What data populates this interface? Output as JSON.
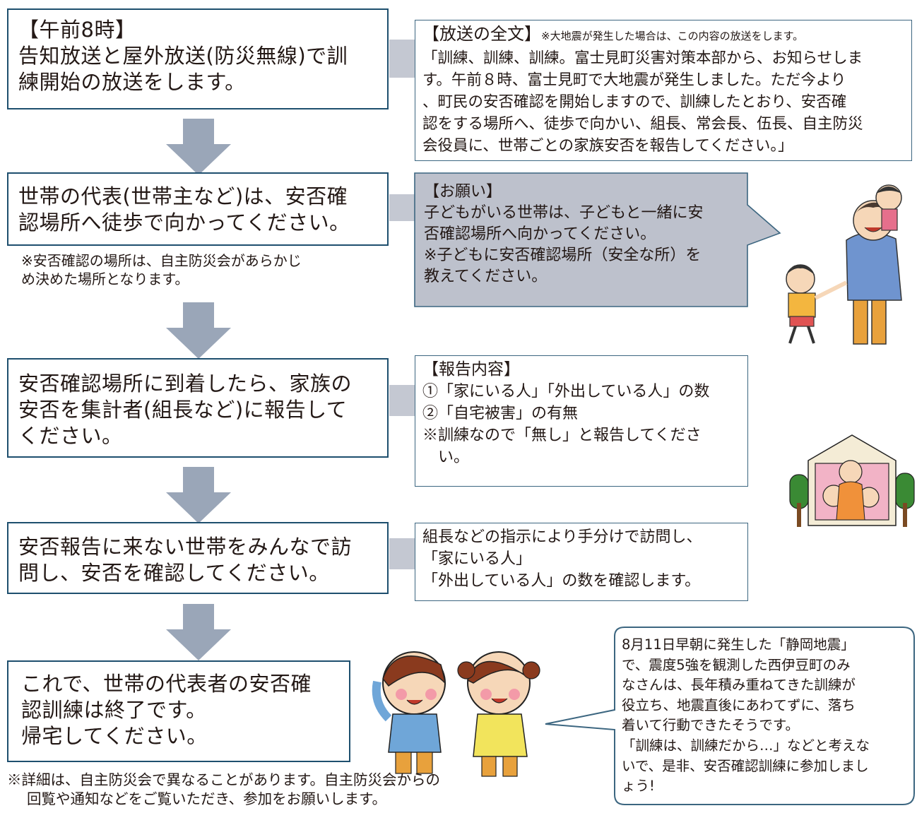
{
  "steps": [
    {
      "lines": [
        "【午前8時】",
        "告知放送と屋外放送(防災無線)で訓",
        "練開始の放送をします。"
      ]
    },
    {
      "lines": [
        "世帯の代表(世帯主など)は、安否確",
        "認場所へ徒歩で向かってください。"
      ],
      "note": [
        "※安否確認の場所は、自主防災会があらかじ",
        "め決めた場所となります。"
      ]
    },
    {
      "lines": [
        "安否確認場所に到着したら、家族の",
        "安否を集計者(組長など)に報告して",
        "ください。"
      ]
    },
    {
      "lines": [
        "安否報告に来ない世帯をみんなで訪",
        "問し、安否を確認してください。"
      ]
    },
    {
      "lines": [
        "これで、世帯の代表者の安否確",
        "認訓練は終了です。",
        "帰宅してください。"
      ]
    }
  ],
  "broadcast": {
    "heading": "【放送の全文】",
    "heading_note": "※大地震が発生した場合は、この内容の放送をします。",
    "lines": [
      "「訓練、訓練、訓練。富士見町災害対策本部から、お知らせしま",
      "す。午前８時、富士見町で大地震が発生しました。ただ今より",
      "、町民の安否確認を開始しますので、訓練したとおり、安否確",
      "認をする場所へ、徒歩で向かい、組長、常会長、伍長、自主防災",
      "会役員に、世帯ごとの家族安否を報告してください。」"
    ]
  },
  "request": {
    "lines": [
      "【お願い】",
      "子どもがいる世帯は、子どもと一緒に安",
      "否確認場所へ向かってください。",
      "※子どもに安否確認場所（安全な所）を",
      "教えてください。"
    ]
  },
  "report": {
    "heading": "【報告内容】",
    "lines": [
      "①「家にいる人」「外出している人」の数",
      "②「自宅被害」の有無",
      "※訓練なので「無し」と報告してくださ",
      "い。"
    ]
  },
  "visit": {
    "lines": [
      "組長などの指示により手分けで訪問し、",
      "「家にいる人」",
      "「外出している人」の数を確認します。"
    ]
  },
  "shizuoka": {
    "lines": [
      "8月11日早朝に発生した「静岡地震」",
      "で、震度5強を観測した西伊豆町のみ",
      "なさんは、長年積み重ねてきた訓練が",
      "役立ち、地震直後にあわてずに、落ち",
      "着いて行動できたそうです。",
      "「訓練は、訓練だから…」などと考えな",
      "いで、是非、安否確認訓練に参加しまし",
      "ょう!"
    ]
  },
  "footer": {
    "lines": [
      "※詳細は、自主防災会で異なることがあります。自主防災会からの",
      "回覧や通知などをご覧いただき、参加をお願いします。"
    ]
  },
  "colors": {
    "step_border": "#1e4f6e",
    "arrow": "#9aa6b8",
    "request_bg": "#bdc1cc",
    "tab": "#c4c8d2"
  }
}
